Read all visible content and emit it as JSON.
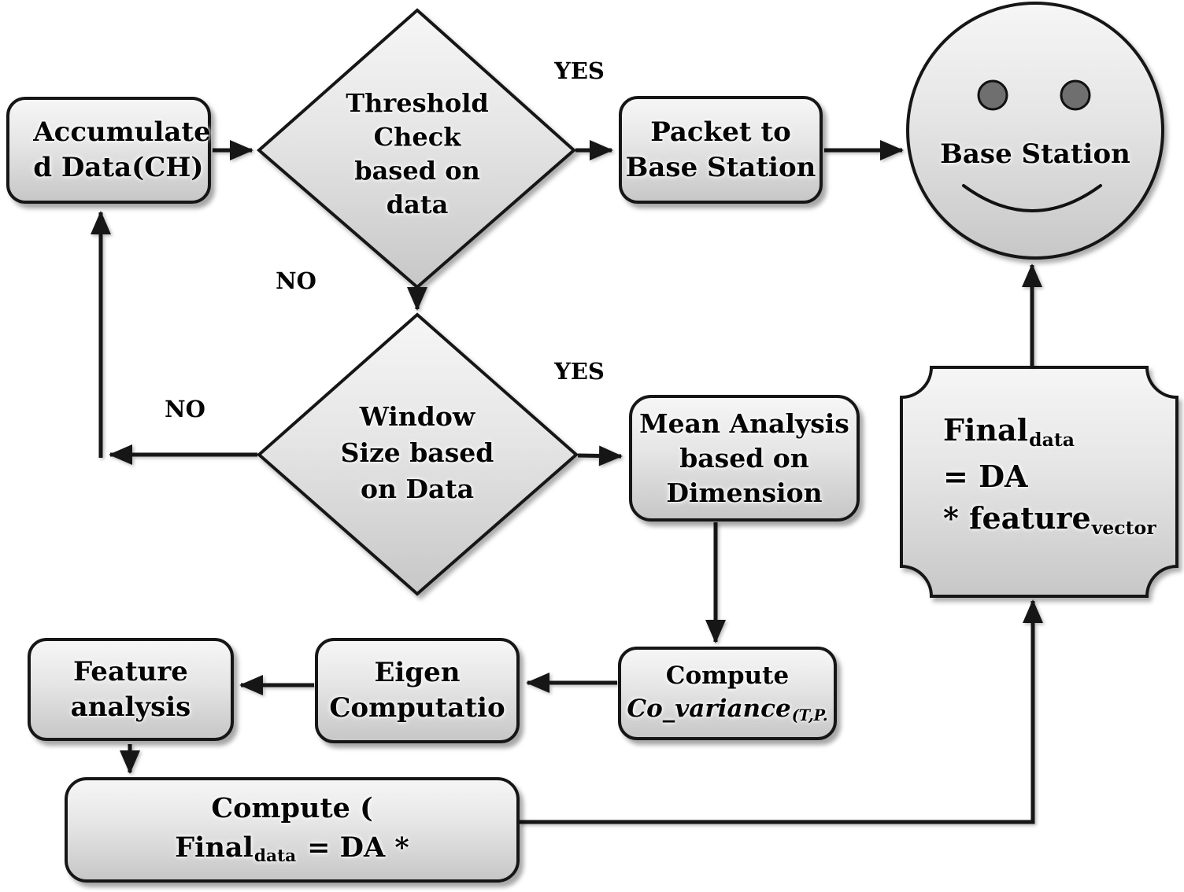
{
  "nodes": {
    "accumulated_data": {
      "line1": "Accumulate",
      "line2": "d Data(CH)"
    },
    "threshold_check": {
      "line1": "Threshold",
      "line2": "Check",
      "line3": "based on",
      "line4": "data"
    },
    "packet_to_bs": {
      "line1": "Packet to",
      "line2": "Base Station"
    },
    "base_station": {
      "label": "Base Station"
    },
    "window_size": {
      "line1": "Window",
      "line2": "Size based",
      "line3": "on Data"
    },
    "mean_analysis": {
      "line1": "Mean Analysis",
      "line2": "based on",
      "line3": "Dimension"
    },
    "final_data": {
      "line1_main": "Final",
      "line1_sub": "data",
      "line2": "= DA",
      "line3_main": "* feature",
      "line3_sub": "vector"
    },
    "compute_covariance": {
      "line1": "Compute",
      "line2_main": "Co_variance",
      "line2_sub": "(T,P."
    },
    "eigen": {
      "line1": "Eigen",
      "line2": "Computatio"
    },
    "feature_analysis": {
      "line1": "Feature",
      "line2": "analysis"
    },
    "compute_final": {
      "line1": "Compute (",
      "line2_main": "Final",
      "line2_sub": "data",
      "line2_rest": "= DA *"
    }
  },
  "edge_labels": {
    "threshold_yes": "YES",
    "threshold_no": "NO",
    "window_yes": "YES",
    "window_no": "NO"
  },
  "icons": {
    "base_station": "smiley-face-icon"
  },
  "colors": {
    "node_fill_top": "#f6f6f6",
    "node_fill_bottom": "#c7c7c7",
    "outline": "#161616",
    "connector": "#161616",
    "eye": "#6f6f6f",
    "text": "#050505",
    "background": "#ffffff"
  }
}
